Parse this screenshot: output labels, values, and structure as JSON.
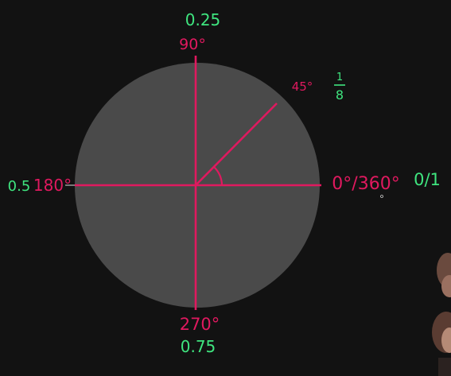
{
  "diagram": {
    "colors": {
      "background": "#121212",
      "circle": "#4a4a4a",
      "angle_color": "#e0195f",
      "fraction_color": "#3fe57f"
    },
    "angles": {
      "deg_0_360": "0°/360°",
      "deg_90": "90°",
      "deg_180": "180°",
      "deg_270": "270°",
      "deg_45": "45°"
    },
    "fractions": {
      "frac_0_1": "0/1",
      "frac_025": "0.25",
      "frac_05": "0.5",
      "frac_075": "0.75",
      "frac_eighth_num": "1",
      "frac_eighth_den": "8"
    }
  }
}
